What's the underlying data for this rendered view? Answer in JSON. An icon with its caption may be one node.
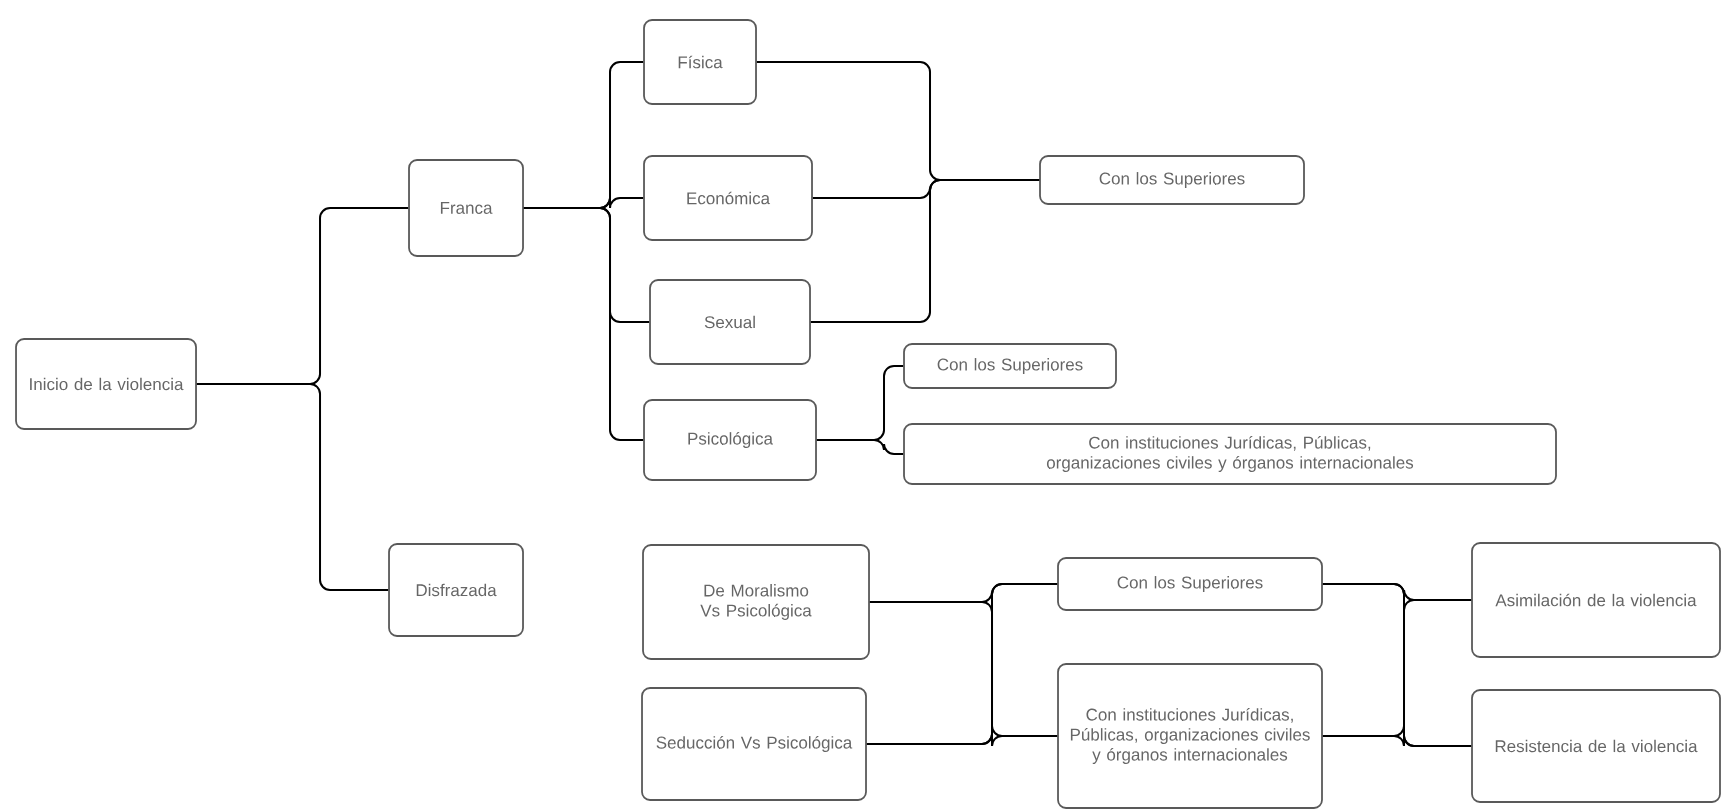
{
  "diagram": {
    "nodes": [
      {
        "text": [
          "Inicio de la violencia"
        ]
      },
      {
        "text": [
          "Franca"
        ]
      },
      {
        "text": [
          "Disfrazada"
        ]
      },
      {
        "text": [
          "Física"
        ]
      },
      {
        "text": [
          "Económica"
        ]
      },
      {
        "text": [
          "Sexual"
        ]
      },
      {
        "text": [
          "Psicológica"
        ]
      },
      {
        "text": [
          "Con los Superiores"
        ]
      },
      {
        "text": [
          "Con los Superiores"
        ]
      },
      {
        "text": [
          "Con instituciones Jurídicas, Públicas, organizaciones civiles y órganos internacionales"
        ]
      },
      {
        "text": [
          "De Moralismo Vs Psicológica"
        ]
      },
      {
        "text": [
          "Seducción Vs Psicológica"
        ]
      },
      {
        "text": [
          "Con los Superiores"
        ]
      },
      {
        "text": [
          "Con instituciones Jurídicas, Públicas, organizaciones civiles y órganos internacionales"
        ]
      },
      {
        "text": [
          "Asimilación de la violencia"
        ]
      },
      {
        "text": [
          "Resistencia de la violencia"
        ]
      }
    ],
    "edges": [
      {
        "from": 0,
        "to": 1,
        "arrow": "none"
      },
      {
        "from": 0,
        "to": 2,
        "arrow": "none"
      },
      {
        "from": 1,
        "to": 3,
        "arrow": "none"
      },
      {
        "from": 1,
        "to": 4,
        "arrow": "none"
      },
      {
        "from": 1,
        "to": 5,
        "arrow": "none"
      },
      {
        "from": 1,
        "to": 6,
        "arrow": "none"
      },
      {
        "from": 3,
        "to": 7,
        "arrow": "none"
      },
      {
        "from": 4,
        "to": 7,
        "arrow": "none"
      },
      {
        "from": 5,
        "to": 7,
        "arrow": "none"
      },
      {
        "from": 6,
        "to": 8,
        "arrow": "none"
      },
      {
        "from": 6,
        "to": 9,
        "arrow": "none"
      },
      {
        "from": 10,
        "to": 12,
        "arrow": "none"
      },
      {
        "from": 10,
        "to": 13,
        "arrow": "none"
      },
      {
        "from": 11,
        "to": 12,
        "arrow": "none"
      },
      {
        "from": 11,
        "to": 13,
        "arrow": "none"
      },
      {
        "from": 12,
        "to": 14,
        "arrow": "none"
      },
      {
        "from": 12,
        "to": 15,
        "arrow": "none"
      },
      {
        "from": 13,
        "to": 14,
        "arrow": "none"
      },
      {
        "from": 13,
        "to": 15,
        "arrow": "none"
      }
    ]
  }
}
